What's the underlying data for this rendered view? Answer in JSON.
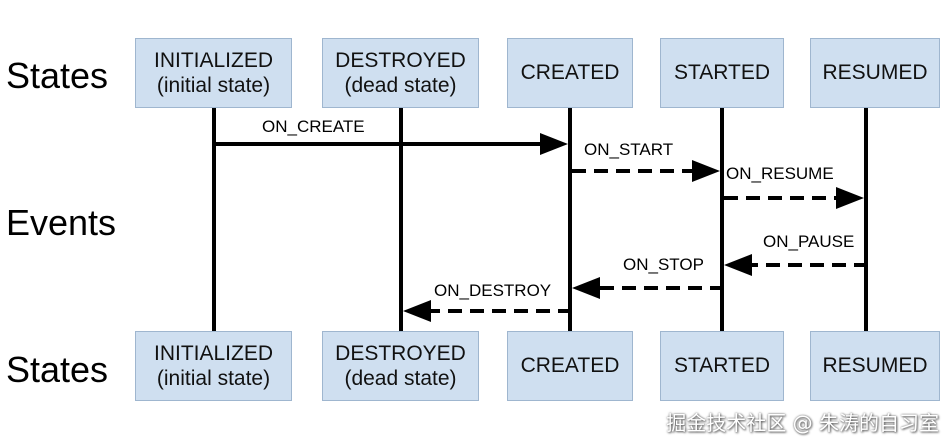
{
  "rows": {
    "top_label": "States",
    "middle_label": "Events",
    "bottom_label": "States"
  },
  "states": [
    {
      "line1": "INITIALIZED",
      "line2": "(initial state)"
    },
    {
      "line1": "DESTROYED",
      "line2": "(dead state)"
    },
    {
      "line1": "CREATED",
      "line2": ""
    },
    {
      "line1": "STARTED",
      "line2": ""
    },
    {
      "line1": "RESUMED",
      "line2": ""
    }
  ],
  "events": [
    {
      "label": "ON_CREATE",
      "from": 0,
      "to": 2,
      "style": "solid"
    },
    {
      "label": "ON_START",
      "from": 2,
      "to": 3,
      "style": "dashed"
    },
    {
      "label": "ON_RESUME",
      "from": 3,
      "to": 4,
      "style": "dashed"
    },
    {
      "label": "ON_PAUSE",
      "from": 4,
      "to": 3,
      "style": "dashed"
    },
    {
      "label": "ON_STOP",
      "from": 3,
      "to": 2,
      "style": "dashed"
    },
    {
      "label": "ON_DESTROY",
      "from": 2,
      "to": 1,
      "style": "dashed"
    }
  ],
  "colors": {
    "state_fill": "#cfdff0",
    "state_border": "#9fb6cf",
    "line": "#000000"
  },
  "watermark": "掘金技术社区 @ 朱涛的自习室"
}
